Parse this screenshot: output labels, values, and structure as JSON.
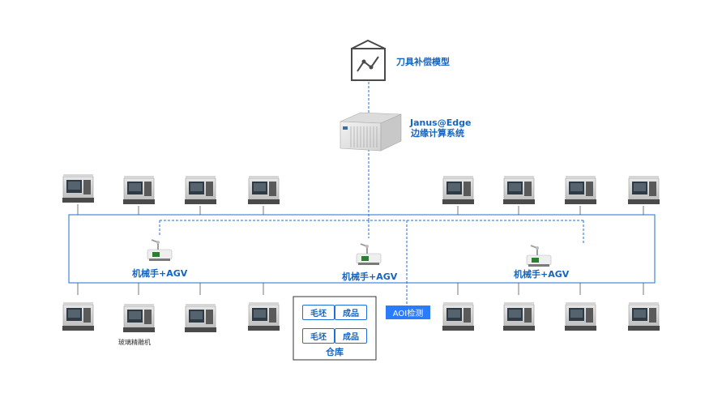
{
  "model": {
    "label": "刀具补偿模型"
  },
  "edge": {
    "label": "Janus@Edge边缘计算系统"
  },
  "robots": [
    {
      "label": "机械手+AGV"
    },
    {
      "label": "机械手+AGV"
    },
    {
      "label": "机械手+AGV"
    }
  ],
  "warehouse": {
    "label": "仓库",
    "items": [
      "毛坯",
      "成品",
      "毛坯",
      "成品"
    ]
  },
  "aoi": {
    "label": "AOI检测"
  },
  "machine_label": "玻璃精雕机",
  "colors": {
    "accent": "#1e6fd9",
    "aoi_bg": "#2b7bff"
  }
}
